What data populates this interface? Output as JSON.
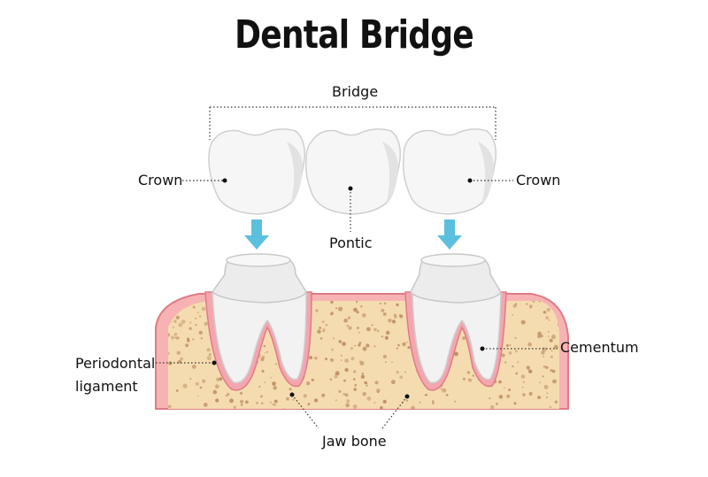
{
  "title": "Dental Bridge",
  "labels": {
    "bridge": "Bridge",
    "crown_left": "Crown",
    "crown_right": "Crown",
    "pontic": "Pontic",
    "cementum": "Cementum",
    "periodontal_line1": "Periodontal",
    "periodontal_line2": "ligament",
    "jaw_bone": "Jaw bone"
  },
  "colors": {
    "tooth": "#f4f4f4",
    "tooth_shade": "#dcdcdc",
    "tooth_outline": "#c8c8c8",
    "gum": "#f7b3b3",
    "gum_outline": "#e07b86",
    "bone": "#f5dcb0",
    "bone_speckle": "#b98a5e",
    "arrow": "#5bc0de",
    "text": "#111111"
  }
}
